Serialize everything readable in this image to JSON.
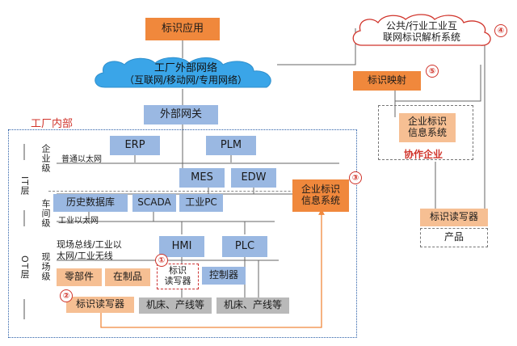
{
  "nodes": {
    "app": "标识应用",
    "cloud_line1": "工厂外部网络",
    "cloud_line2": "（互联网/移动网/专用网络）",
    "public_line1": "公共/行业工业互",
    "public_line2": "联网标识解析系统",
    "mapping": "标识映射",
    "gateway": "外部网关",
    "factory_inner": "工厂内部",
    "erp": "ERP",
    "plm": "PLM",
    "mes": "MES",
    "edw": "EDW",
    "history_db": "历史数据库",
    "scada": "SCADA",
    "ipc": "工业PC",
    "ent_sys_line1": "企业标识",
    "ent_sys_line2": "信息系统",
    "partner_sys_line1": "企业标识",
    "partner_sys_line2": "信息系统",
    "partner": "协作企业",
    "hmi": "HMI",
    "plc": "PLC",
    "parts": "零部件",
    "wip": "在制品",
    "id_rw_line1": "标识",
    "id_rw_line2": "读写器",
    "controller": "控制器",
    "id_reader_left": "标识读写器",
    "machine1": "机床、产线等",
    "machine2": "机床、产线等",
    "id_reader_right": "标识读写器",
    "product": "产品"
  },
  "labels": {
    "enterprise_level": "企业级",
    "ethernet_top": "普通以太网",
    "it_layer": "IT层",
    "workshop_level": "车间级",
    "ethernet_mid": "工业以太网",
    "ot_layer": "OT层",
    "field_level": "现场级",
    "field_bus_line1": "现场总线/工业以",
    "field_bus_line2": "太网/工业无线"
  },
  "markers": [
    "①",
    "②",
    "③",
    "④",
    "⑤"
  ],
  "colors": {
    "orange": "#f0883c",
    "orange_light": "#f6bf93",
    "blue": "#9ab8e2",
    "gray": "#b9b9b9",
    "cloud": "#3aa5e8",
    "red_marker": "#d0332a",
    "dashed_border": "#2b5fa8"
  }
}
